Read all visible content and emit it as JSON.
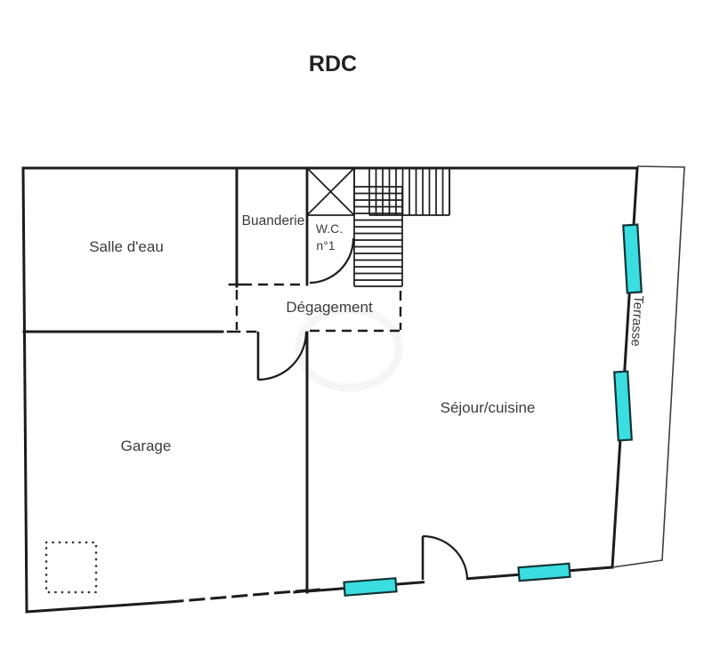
{
  "title": "RDC",
  "rooms": {
    "salle_deau": "Salle d'eau",
    "buanderie": "Buanderie",
    "wc_line1": "W.C.",
    "wc_line2": "n°1",
    "degagement": "Dégagement",
    "garage": "Garage",
    "sejour": "Séjour/cuisine",
    "terrasse": "Terrasse"
  },
  "colors": {
    "wall": "#1c1c1c",
    "thin": "#3e3e3e",
    "label": "#3c3c3c",
    "title": "#222222",
    "window_fill": "#3ADEE0",
    "window_stroke": "#123436",
    "background": "#ffffff"
  }
}
